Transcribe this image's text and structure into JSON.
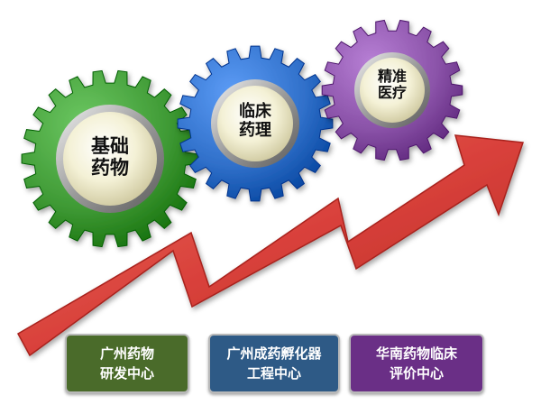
{
  "gears": [
    {
      "id": "basic",
      "line1": "基础",
      "line2": "药物",
      "color": "#3f9a35"
    },
    {
      "id": "clinical",
      "line1": "临床",
      "line2": "药理",
      "color": "#2f6fc9"
    },
    {
      "id": "precision",
      "line1": "精准",
      "line2": "医疗",
      "color": "#8a52a8"
    }
  ],
  "boxes": [
    {
      "line1": "广州药物",
      "line2": "研发中心",
      "color": "#4a6b2a"
    },
    {
      "line1": "广州成药孵化器",
      "line2": "工程中心",
      "color": "#2e5a86"
    },
    {
      "line1": "华南药物临床",
      "line2": "评价中心",
      "color": "#6a2f86"
    }
  ],
  "colors": {
    "arrow": "#d9413b",
    "arrow_dark": "#a8231f"
  }
}
